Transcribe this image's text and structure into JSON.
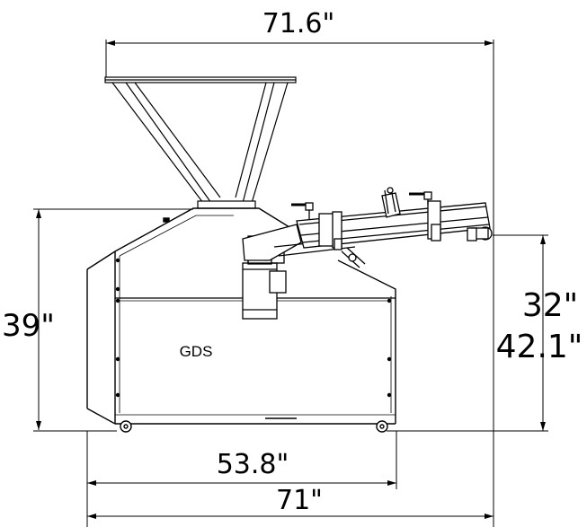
{
  "diagram": {
    "type": "machine-dimension-drawing",
    "machine_label": "GDS",
    "dimensions": {
      "top_width": "71.6\"",
      "height_left": "39\"",
      "conveyor_height": "32\"",
      "overall_height": "42.1\"",
      "base_width": "53.8\"",
      "bottom_width": "71\""
    },
    "colors": {
      "line": "#000000",
      "background": "#ffffff"
    }
  }
}
